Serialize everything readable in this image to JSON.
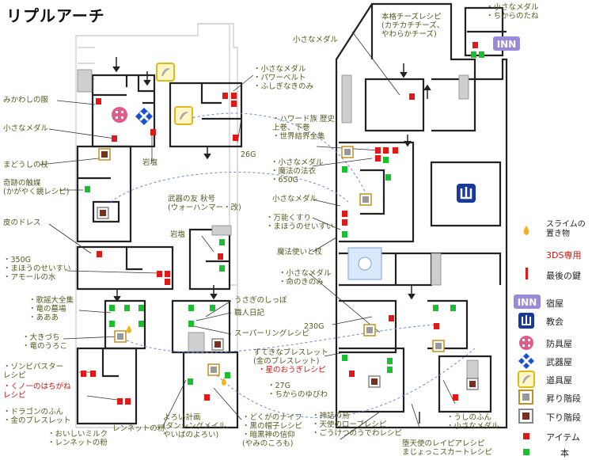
{
  "title": "リプルアーチ",
  "legend": {
    "slime": "スライムの\n置き物",
    "ds3": "3DS専用",
    "last_key": "最後の鍵",
    "inn_badge": "INN",
    "inn": "宿屋",
    "church": "教会",
    "armor": "防具屋",
    "weapon": "武器屋",
    "item_shop": "道具屋",
    "stairs_up": "昇り階段",
    "stairs_down": "下り階段",
    "item": "アイテム",
    "book": "本"
  },
  "labels": {
    "l01": "みかわしの服",
    "l02": "小さなメダル",
    "l03": "まどうしの杖",
    "l04": "奇跡の触媒\n(かがやく鏡レシピ)",
    "l05": "皮のドレス",
    "l06": "・350G\n・まほうのせいすい\n・アモールの水",
    "l07": "・歌謡大全集\n・竜の墓場\n・あああ",
    "l08": "・大きづち\n・竜のうろこ",
    "l09": "・ゾンビバスター\nレシピ",
    "l10": "・くノ一のはちがね\nレシピ",
    "l11": "・ドラゴンのふん\n・金のブレスレット",
    "l12": "・おいしいミルク\n・レンネットの粉",
    "l13": "・小さなメダル\n・パワーベルト\n・ふしぎなきのみ",
    "l14": "岩塩",
    "l15": "26G",
    "l16": "武器の友 秋号\n(ウォーハンマー・改)",
    "l17": "岩塩",
    "l18": "うさぎのしっぽ",
    "l19": "職人日記",
    "l20": "スーパーリングレシピ",
    "l21": "レンネットの粉",
    "l22": "よろい計画\n(ダンシングメイル、\nやいばのよろい)",
    "l23": "・どくがのナイフ\n・黒の帽子レシピ\n・暗黒神の信仰\n(やみのころも)",
    "l24": "小さなメダル",
    "l25": "本格チーズレシピ\n(カチカチチーズ、\nやわらかチーズ)",
    "l26": "・小さなメダル\n・ちからのたね",
    "l27": "・ハワード族 歴史\n上巻、下巻\n・世界結界全集",
    "l28": "・小さなメダル\n・魔法の法衣\n・650G",
    "l29": "小さなメダル",
    "l30": "・万能くすり\n・まほうのせいすい",
    "l31": "魔法使いと杖",
    "l32": "・小さなメダル\n・命のきのみ",
    "l33": "230G",
    "l34": "すてきなブレスレット\n(金のブレスレット)",
    "l35": "・星のおうぎレシピ",
    "l36": "・27G\n・ちからのゆびわ",
    "l37": "・神話の鳥\n・天使のローブレシピ\n・ごうけつのうでわレシピ",
    "l38": "堕天使のレイピアレシピ\nまじょっこスカートレシピ",
    "l39": "・うしのふん\n・小さなメダル"
  },
  "colors": {
    "item": "#e01818",
    "book": "#18c030",
    "wall": "#222222",
    "outline": "#c8c8c8",
    "path": "#6f86d8",
    "inn": "#9b8ad6",
    "church": "#1a3a9a",
    "armor": "#e05a8a",
    "weapon": "#1a50d0",
    "itemshop": "#e8c020",
    "label": "#555a22",
    "red_label": "#d01010"
  }
}
